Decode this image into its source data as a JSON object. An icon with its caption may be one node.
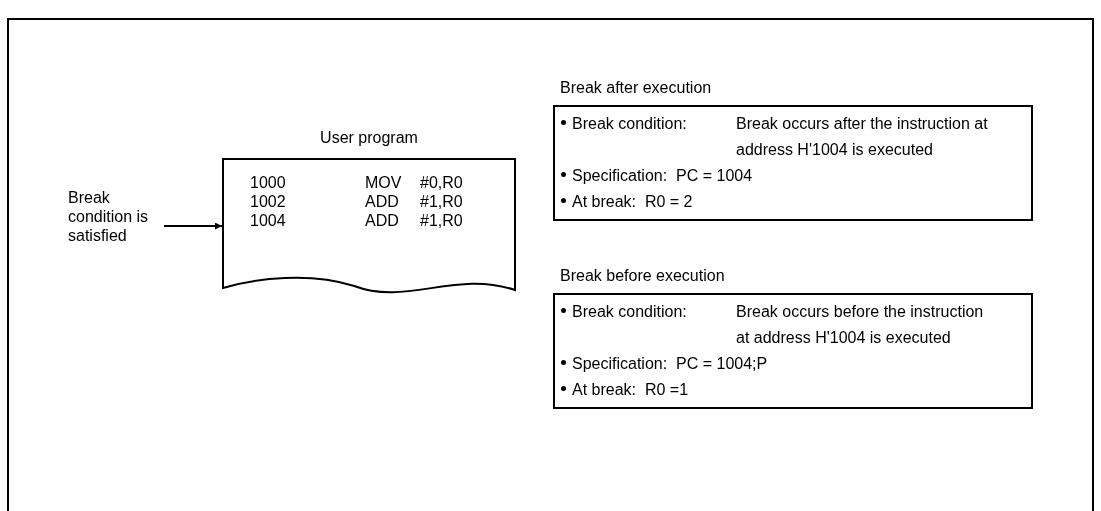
{
  "diagram": {
    "nodes": [
      {
        "text": [
          "Break condition is satisfied"
        ]
      },
      {
        "text": [
          "User program",
          "1000",
          "MOV",
          "#0,R0",
          "1002",
          "ADD",
          "#1,R0",
          "1004",
          "ADD",
          "#1,R0"
        ]
      },
      {
        "text": [
          "Break after execution",
          "Break condition:",
          "Break occurs after the instruction at address H'1004 is executed",
          "Specification:  PC = 1004",
          "At break:  R0 = 2"
        ]
      },
      {
        "text": [
          "Break before execution",
          "Break condition:",
          "Break occurs before the instruction at address H'1004 is executed",
          "Specification:  PC = 1004;P",
          "At break:  R0 =1"
        ]
      }
    ],
    "edges": [
      {
        "from": 0,
        "to": 1,
        "arrow": "to"
      }
    ]
  }
}
